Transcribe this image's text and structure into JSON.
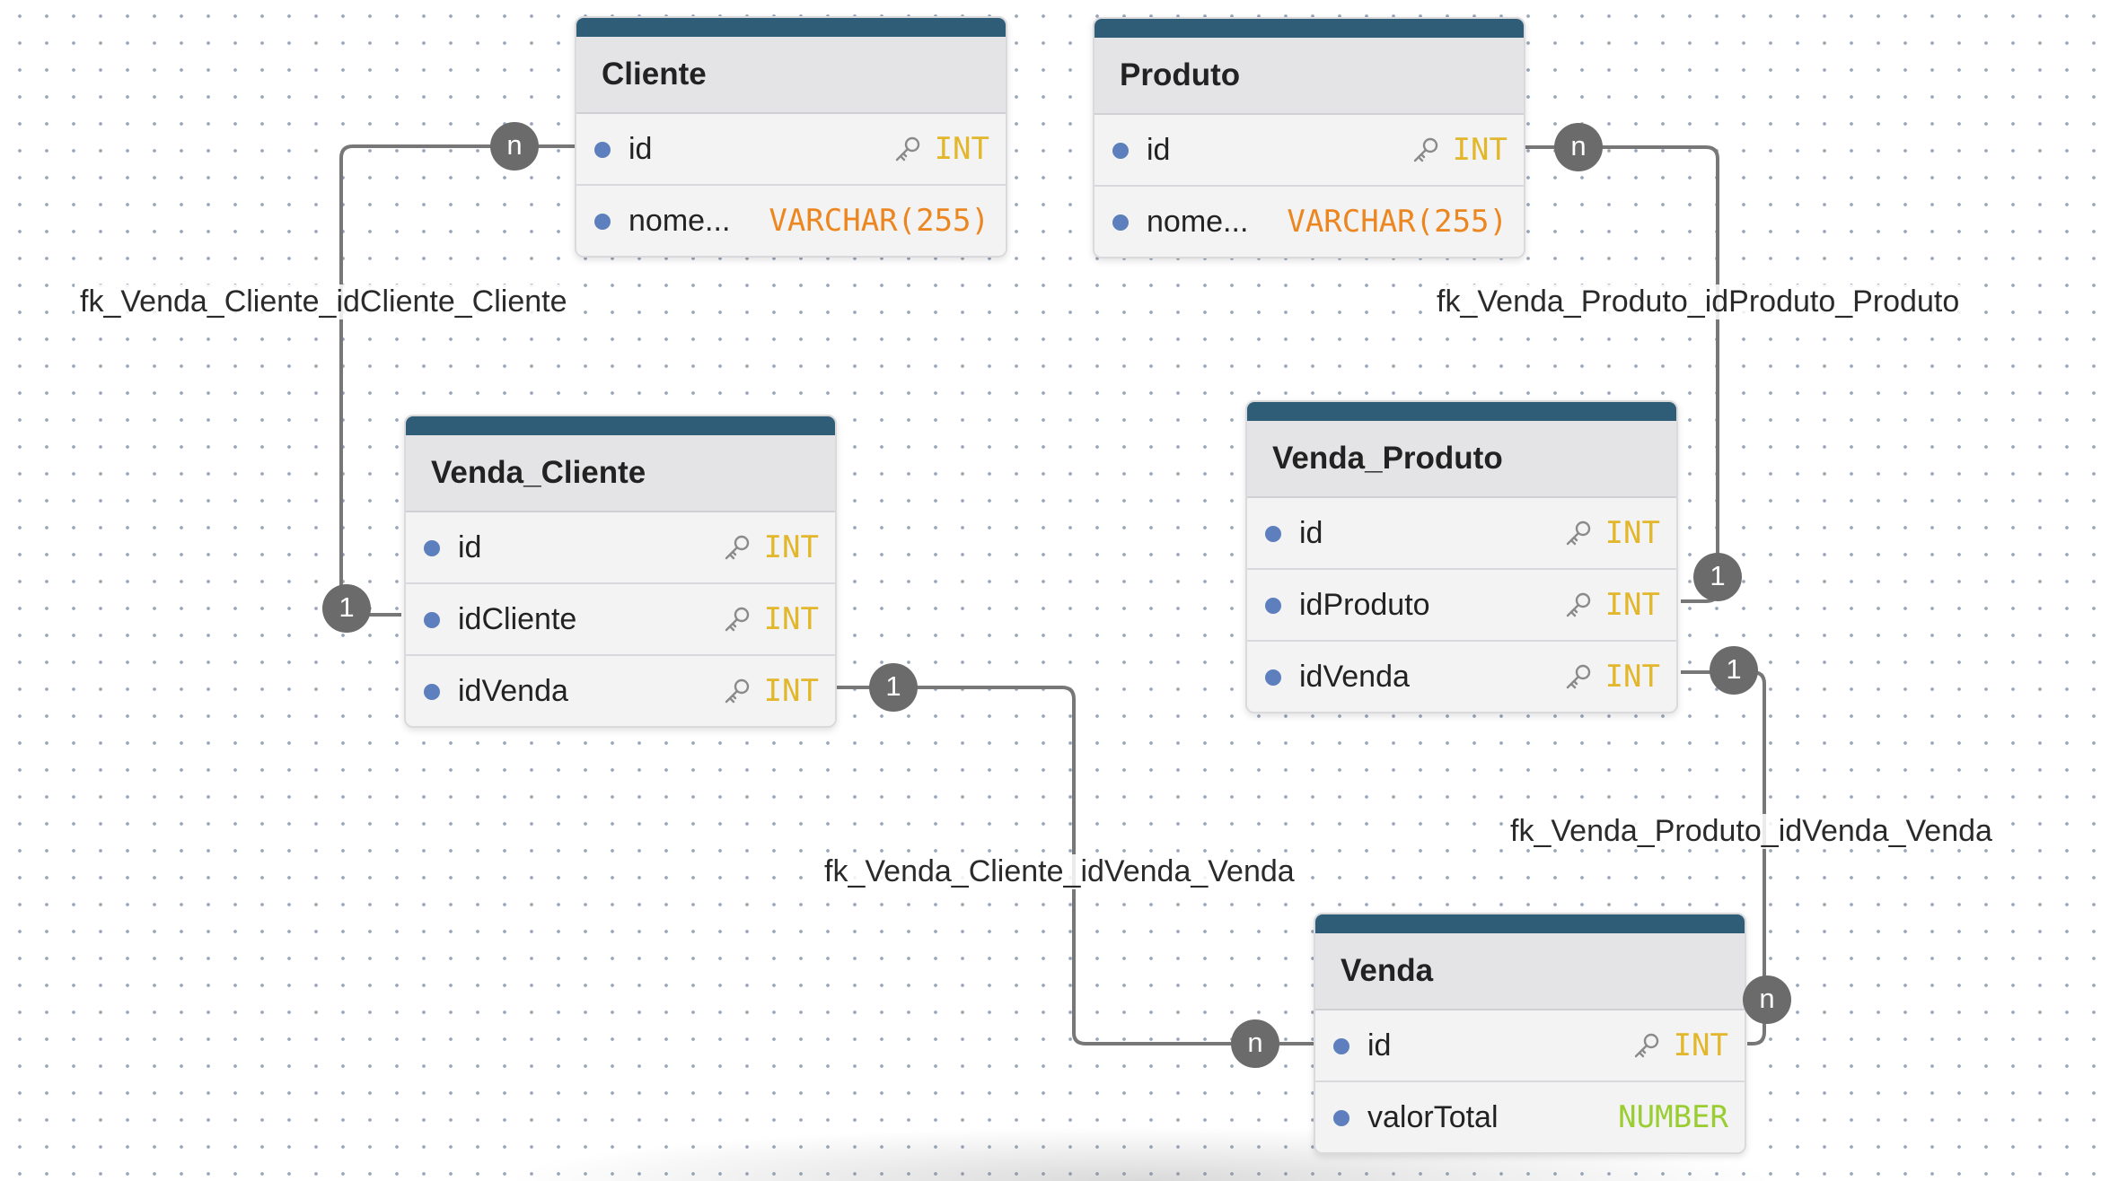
{
  "tables": [
    {
      "name": "Cliente",
      "columns": [
        {
          "name": "id",
          "type": "INT",
          "key": true
        },
        {
          "name": "nome...",
          "type": "VARCHAR(255)",
          "key": false
        }
      ]
    },
    {
      "name": "Produto",
      "columns": [
        {
          "name": "id",
          "type": "INT",
          "key": true
        },
        {
          "name": "nome...",
          "type": "VARCHAR(255)",
          "key": false
        }
      ]
    },
    {
      "name": "Venda_Cliente",
      "columns": [
        {
          "name": "id",
          "type": "INT",
          "key": true
        },
        {
          "name": "idCliente",
          "type": "INT",
          "key": true
        },
        {
          "name": "idVenda",
          "type": "INT",
          "key": true
        }
      ]
    },
    {
      "name": "Venda_Produto",
      "columns": [
        {
          "name": "id",
          "type": "INT",
          "key": true
        },
        {
          "name": "idProduto",
          "type": "INT",
          "key": true
        },
        {
          "name": "idVenda",
          "type": "INT",
          "key": true
        }
      ]
    },
    {
      "name": "Venda",
      "columns": [
        {
          "name": "id",
          "type": "INT",
          "key": true
        },
        {
          "name": "valorTotal",
          "type": "NUMBER",
          "key": false
        }
      ]
    }
  ],
  "relationships": [
    {
      "label": "fk_Venda_Cliente_idCliente_Cliente",
      "from_cardinality": "n",
      "to_cardinality": "1"
    },
    {
      "label": "fk_Venda_Produto_idProduto_Produto",
      "from_cardinality": "n",
      "to_cardinality": "1"
    },
    {
      "label": "fk_Venda_Cliente_idVenda_Venda",
      "from_cardinality": "1",
      "to_cardinality": "n"
    },
    {
      "label": "fk_Venda_Produto_idVenda_Venda",
      "from_cardinality": "1",
      "to_cardinality": "n"
    }
  ],
  "colors": {
    "header_bar": "#2f5d78",
    "type_int": "#e2b72c",
    "type_varchar": "#ec8620",
    "type_number": "#9acd32",
    "column_dot": "#5d7fbd",
    "badge": "#6b6b6b",
    "edge": "#777777"
  },
  "icons": {
    "key": "key-icon"
  }
}
